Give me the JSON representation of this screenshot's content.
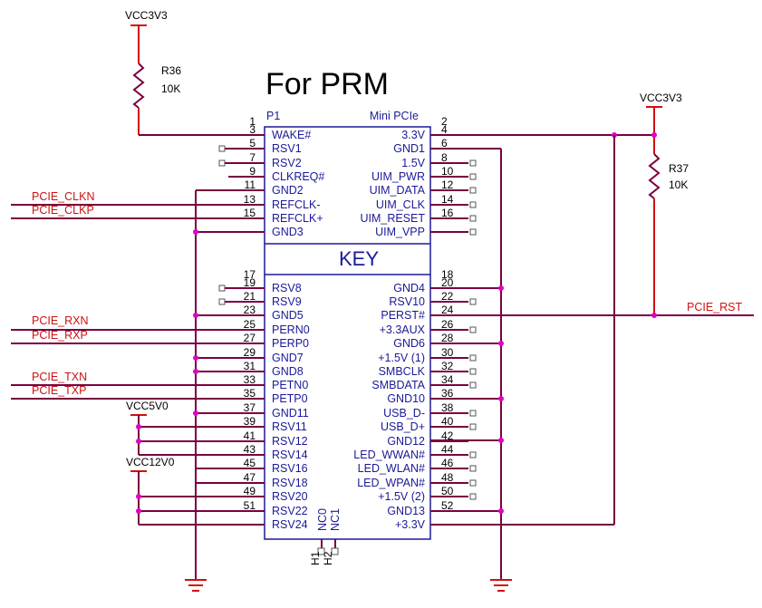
{
  "title": "For PRM",
  "connector": {
    "ref": "P1",
    "type": "Mini PCIe",
    "key_label": "KEY",
    "nc0": "NC0",
    "nc1": "NC1",
    "h1": "H1",
    "h2": "H2"
  },
  "power": {
    "vcc3v3_top": "VCC3V3",
    "vcc3v3_right": "VCC3V3",
    "vcc5v0": "VCC5V0",
    "vcc12v0": "VCC12V0"
  },
  "resistors": [
    {
      "ref": "R36",
      "value": "10K"
    },
    {
      "ref": "R37",
      "value": "10K"
    }
  ],
  "nets": {
    "clkn": "PCIE_CLKN",
    "clkp": "PCIE_CLKP",
    "rxn": "PCIE_RXN",
    "rxp": "PCIE_RXP",
    "txn": "PCIE_TXN",
    "txp": "PCIE_TXP",
    "rst": "PCIE_RST"
  },
  "left_pins": [
    {
      "num": "1",
      "name": ""
    },
    {
      "num": "3",
      "name": "WAKE#"
    },
    {
      "num": "5",
      "name": "RSV1"
    },
    {
      "num": "7",
      "name": "RSV2"
    },
    {
      "num": "9",
      "name": "CLKREQ#"
    },
    {
      "num": "11",
      "name": "GND2"
    },
    {
      "num": "13",
      "name": "REFCLK-"
    },
    {
      "num": "15",
      "name": "REFCLK+"
    },
    {
      "num": "",
      "name": "GND3"
    },
    {
      "num": "17",
      "name": ""
    },
    {
      "num": "19",
      "name": "RSV8"
    },
    {
      "num": "21",
      "name": "RSV9"
    },
    {
      "num": "23",
      "name": "GND5"
    },
    {
      "num": "25",
      "name": "PERN0"
    },
    {
      "num": "27",
      "name": "PERP0"
    },
    {
      "num": "29",
      "name": "GND7"
    },
    {
      "num": "31",
      "name": "GND8"
    },
    {
      "num": "33",
      "name": "PETN0"
    },
    {
      "num": "35",
      "name": "PETP0"
    },
    {
      "num": "37",
      "name": "GND11"
    },
    {
      "num": "39",
      "name": "RSV11"
    },
    {
      "num": "41",
      "name": "RSV12"
    },
    {
      "num": "43",
      "name": "RSV14"
    },
    {
      "num": "45",
      "name": "RSV16"
    },
    {
      "num": "47",
      "name": "RSV18"
    },
    {
      "num": "49",
      "name": "RSV20"
    },
    {
      "num": "51",
      "name": "RSV22"
    },
    {
      "num": "",
      "name": "RSV24"
    }
  ],
  "right_pins": [
    {
      "num": "2",
      "name": ""
    },
    {
      "num": "4",
      "name": "3.3V"
    },
    {
      "num": "6",
      "name": "GND1"
    },
    {
      "num": "8",
      "name": "1.5V"
    },
    {
      "num": "10",
      "name": "UIM_PWR"
    },
    {
      "num": "12",
      "name": "UIM_DATA"
    },
    {
      "num": "14",
      "name": "UIM_CLK"
    },
    {
      "num": "16",
      "name": "UIM_RESET"
    },
    {
      "num": "",
      "name": "UIM_VPP"
    },
    {
      "num": "18",
      "name": ""
    },
    {
      "num": "20",
      "name": "GND4"
    },
    {
      "num": "22",
      "name": "RSV10"
    },
    {
      "num": "24",
      "name": "PERST#"
    },
    {
      "num": "26",
      "name": "+3.3AUX"
    },
    {
      "num": "28",
      "name": "GND6"
    },
    {
      "num": "30",
      "name": "+1.5V (1)"
    },
    {
      "num": "32",
      "name": "SMBCLK"
    },
    {
      "num": "34",
      "name": "SMBDATA"
    },
    {
      "num": "36",
      "name": "GND10"
    },
    {
      "num": "38",
      "name": "USB_D-"
    },
    {
      "num": "40",
      "name": "USB_D+"
    },
    {
      "num": "42",
      "name": "GND12"
    },
    {
      "num": "44",
      "name": "LED_WWAN#"
    },
    {
      "num": "46",
      "name": "LED_WLAN#"
    },
    {
      "num": "48",
      "name": "LED_WPAN#"
    },
    {
      "num": "50",
      "name": "+1.5V (2)"
    },
    {
      "num": "52",
      "name": "GND13"
    },
    {
      "num": "",
      "name": "+3.3V"
    }
  ]
}
